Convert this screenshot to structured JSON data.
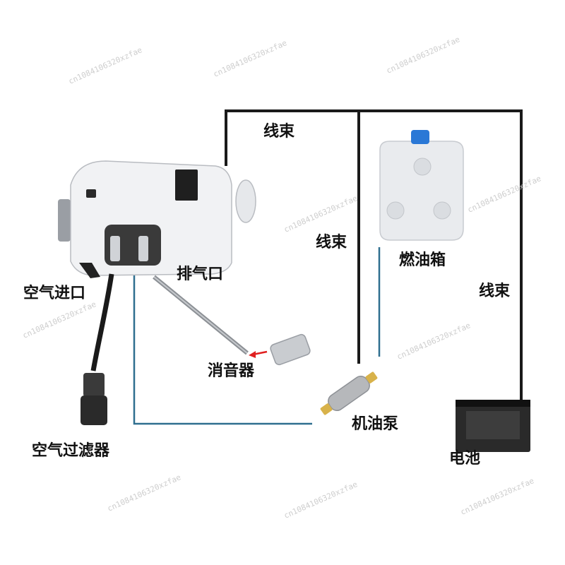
{
  "labels": {
    "wiring_top": "线束",
    "wiring_mid": "线束",
    "wiring_right": "线束",
    "fuel_tank": "燃油箱",
    "exhaust": "排气口",
    "air_inlet": "空气进口",
    "muffler": "消音器",
    "fuel_pump": "机油泵",
    "air_filter": "空气过滤器",
    "battery": "电池"
  },
  "watermark": "cn1084106320xzfae",
  "colors": {
    "wire": "#1a1a1a",
    "fuel_line": "#2f6f8f",
    "heater_body": "#f1f2f4",
    "tank_body": "#e9ebee",
    "tank_cap": "#2a78d6",
    "battery_body": "#2a2a2a",
    "pump_body": "#b6b8bb",
    "pump_brass": "#d8b24a",
    "muffler_body": "#c9ccd0",
    "arrow": "#e02020"
  }
}
